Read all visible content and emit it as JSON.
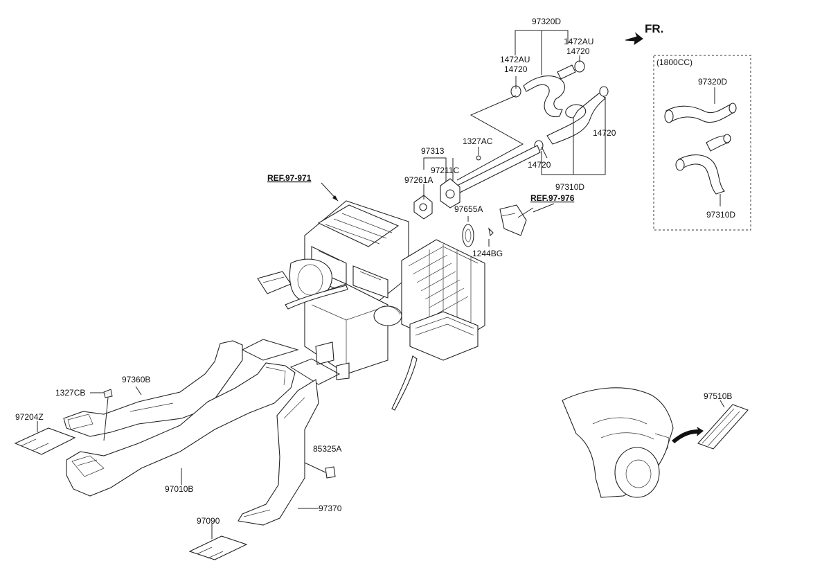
{
  "labels": {
    "p97320D_top": "97320D",
    "p1472AU_a": "1472AU",
    "p14720_a": "14720",
    "p1472AU_b": "1472AU",
    "p14720_b": "14720",
    "p14720_c": "14720",
    "p14720_d": "14720",
    "p97310D": "97310D",
    "p1327AC": "1327AC",
    "p97313": "97313",
    "p97211C": "97211C",
    "p97261A": "97261A",
    "p97655A": "97655A",
    "p1244BG": "1244BG",
    "p97360B": "97360B",
    "p1327CB": "1327CB",
    "p97204Z": "97204Z",
    "p85325A": "85325A",
    "p97010B": "97010B",
    "p97370": "97370",
    "p97090": "97090",
    "p97510B": "97510B"
  },
  "refs": {
    "ref_971": "REF.97-971",
    "ref_976": "REF.97-976"
  },
  "front_marker": "FR.",
  "inset": {
    "title": "(1800CC)",
    "label_top": "97320D",
    "label_bottom": "97310D"
  }
}
